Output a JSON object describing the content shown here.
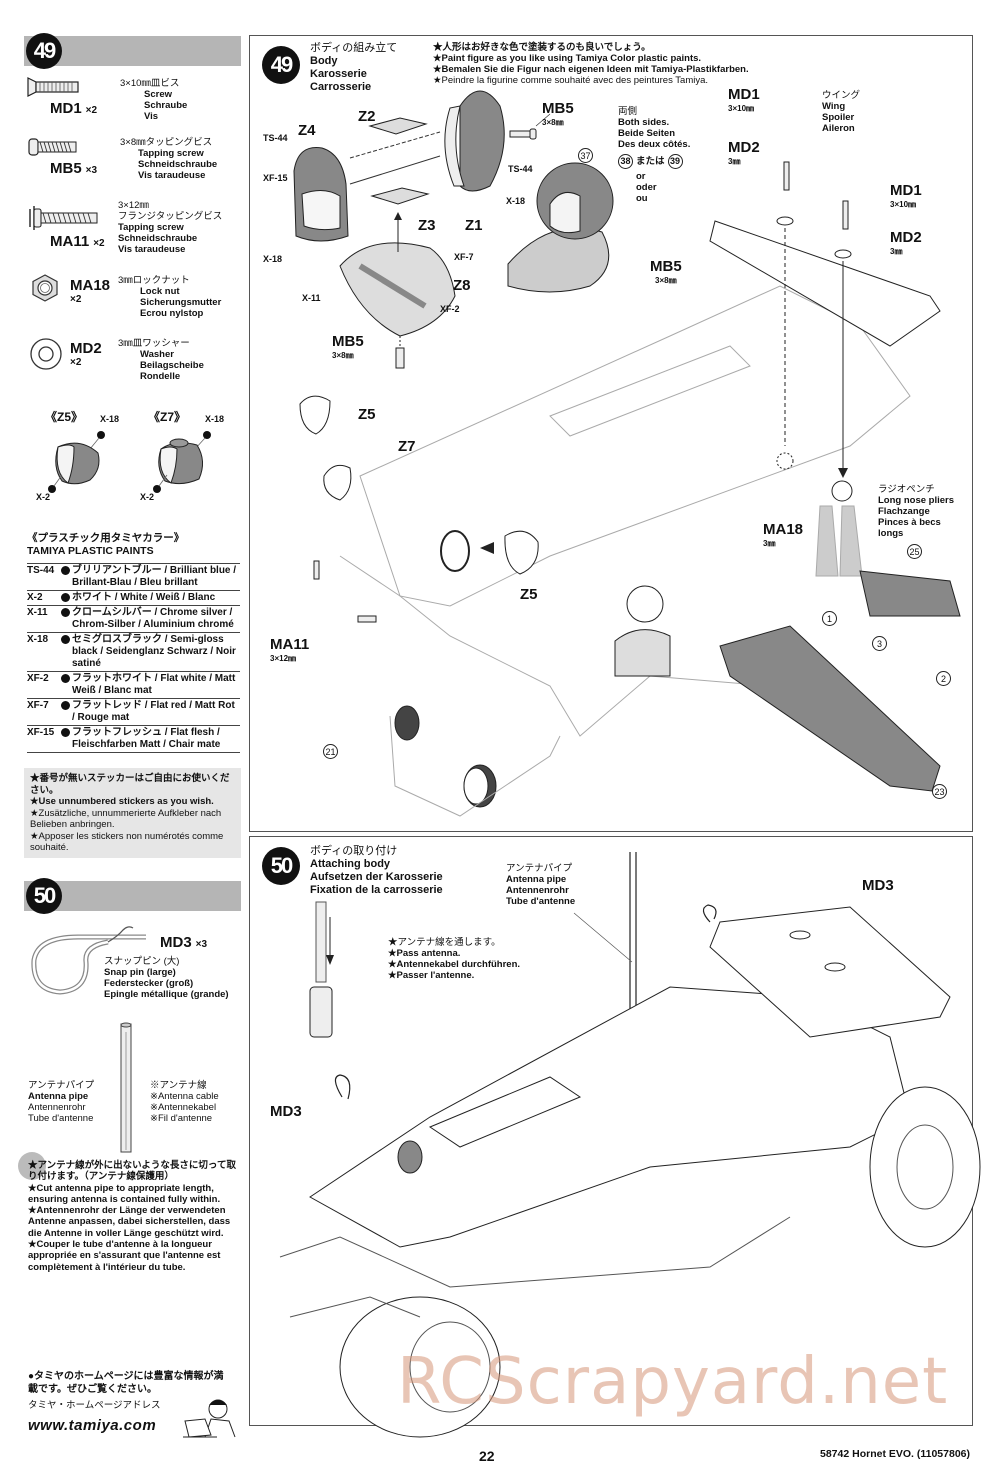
{
  "left_column": {
    "step49": {
      "number": "49",
      "parts": [
        {
          "code": "MD1",
          "qty": "×2",
          "size_jp": "3×10㎜皿ビス",
          "en": "Screw",
          "de": "Schraube",
          "fr": "Vis",
          "icon": "countersunk-screw-icon"
        },
        {
          "code": "MB5",
          "qty": "×3",
          "size_jp": "3×8㎜タッピングビス",
          "en": "Tapping screw",
          "de": "Schneidschraube",
          "fr": "Vis taraudeuse",
          "icon": "tapping-screw-icon"
        },
        {
          "code": "MA11",
          "qty": "×2",
          "size_jp": "3×12㎜",
          "jp2": "フランジタッピングビス",
          "en": "Tapping screw",
          "de": "Schneidschraube",
          "fr": "Vis taraudeuse",
          "icon": "flange-tapping-screw-icon"
        },
        {
          "code": "MA18",
          "qty": "×2",
          "size_jp": "3㎜ロックナット",
          "en": "Lock nut",
          "de": "Sicherungsmutter",
          "fr": "Ecrou nylstop",
          "icon": "lock-nut-icon"
        },
        {
          "code": "MD2",
          "qty": "×2",
          "size_jp": "3㎜皿ワッシャー",
          "en": "Washer",
          "de": "Beilagscheibe",
          "fr": "Rondelle",
          "icon": "washer-icon"
        }
      ],
      "paint_diagrams": [
        {
          "label": "《Z5》",
          "top_paint": "X-18",
          "bottom_paint": "X-2"
        },
        {
          "label": "《Z7》",
          "top_paint": "X-18",
          "bottom_paint": "X-2"
        }
      ],
      "paints_title_jp": "《プラスチック用タミヤカラー》",
      "paints_title_en": "TAMIYA PLASTIC PAINTS",
      "paints": [
        {
          "code": "TS-44",
          "name": "ブリリアントブルー / Brilliant blue / Brillant-Blau / Bleu brillant"
        },
        {
          "code": "X-2",
          "name": "ホワイト / White / Weiß / Blanc"
        },
        {
          "code": "X-11",
          "name": "クロームシルバー / Chrome silver / Chrom-Silber / Aluminium chromé"
        },
        {
          "code": "X-18",
          "name": "セミグロスブラック / Semi-gloss black / Seidenglanz Schwarz / Noir satiné"
        },
        {
          "code": "XF-2",
          "name": "フラットホワイト / Flat white / Matt Weiß / Blanc mat"
        },
        {
          "code": "XF-7",
          "name": "フラットレッド / Flat red / Matt Rot / Rouge mat"
        },
        {
          "code": "XF-15",
          "name": "フラットフレッシュ / Flat flesh / Fleischfarben Matt / Chair mate"
        }
      ],
      "sticker_note": [
        "★番号が無いステッカーはご自由にお使いください。",
        "★Use unnumbered stickers as you wish.",
        "★Zusätzliche, unnummerierte Aufkleber nach Belieben anbringen.",
        "★Apposer les stickers non numérotés comme souhaité."
      ]
    },
    "step50": {
      "number": "50",
      "part": {
        "code": "MD3",
        "qty": "×3",
        "jp": "スナップピン (大)",
        "en": "Snap pin (large)",
        "de": "Federstecker (groß)",
        "fr": "Epingle métallique (grande)",
        "icon": "snap-pin-icon"
      },
      "antenna_pipe": {
        "jp": "アンテナパイプ",
        "en": "Antenna pipe",
        "de": "Antennenrohr",
        "fr": "Tube d'antenne"
      },
      "antenna_cable": {
        "jp": "※アンテナ線",
        "en": "※Antenna cable",
        "de": "※Antennekabel",
        "fr": "※Fil d'antenne"
      },
      "antenna_note": [
        "★アンテナ線が外に出ないような長さに切って取り付けます。（アンテナ線保護用）",
        "★Cut antenna pipe to appropriate length, ensuring antenna is contained fully within.",
        "★Antennenrohr der Länge der verwendeten Antenne anpassen, dabei sicherstellen, dass die Antenne in voller Länge geschützt wird.",
        "★Couper le tube d'antenne à la longueur appropriée en s'assurant que l'antenne est complètement à l'intérieur du tube."
      ]
    },
    "homepage": {
      "jp1": "●タミヤのホームページには豊富な情報が満載です。ぜひご覧ください。",
      "jp2": "タミヤ・ホームページアドレス",
      "url": "www.tamiya.com"
    }
  },
  "panel49": {
    "number": "49",
    "title_jp": "ボディの組み立て",
    "title_en": "Body",
    "title_de": "Karosserie",
    "title_fr": "Carrosserie",
    "notes": [
      "★人形はお好きな色で塗装するのも良いでしょう。",
      "★Paint figure as you like using Tamiya Color plastic paints.",
      "★Bemalen Sie die Figur nach eigenen Ideen mit Tamiya-Plastikfarben.",
      "★Peindre la figurine comme souhaité avec des peintures Tamiya."
    ],
    "labels": {
      "z2": "Z2",
      "z4": "Z4",
      "z3": "Z3",
      "z1": "Z1",
      "z8": "Z8",
      "z5a": "Z5",
      "z7": "Z7",
      "z5b": "Z5",
      "ts44a": "TS-44",
      "xf15": "XF-15",
      "x18a": "X-18",
      "ts44b": "TS-44",
      "x18b": "X-18",
      "xf7": "XF-7",
      "x11": "X-11",
      "xf2": "XF-2",
      "mb5_top": "MB5",
      "mb5_top_size": "3×8㎜",
      "mb5_bottom": "MB5",
      "mb5_bottom_size": "3×8㎜",
      "mb5_mid": "MB5",
      "mb5_mid_size": "3×8㎜",
      "md1a": "MD1",
      "md1a_size": "3×10㎜",
      "md2a": "MD2",
      "md2a_size": "3㎜",
      "md1b": "MD1",
      "md1b_size": "3×10㎜",
      "md2b": "MD2",
      "md2b_size": "3㎜",
      "ma18": "MA18",
      "ma18_size": "3㎜",
      "ma11": "MA11",
      "ma11_size": "3×12㎜"
    },
    "both_sides": {
      "jp": "両側",
      "en": "Both sides.",
      "de": "Beide Seiten",
      "fr": "Des deux côtés."
    },
    "sticker_alt": {
      "a": "38",
      "or_jp": "または",
      "b": "39",
      "en": "or",
      "de": "oder",
      "fr": "ou"
    },
    "wing": {
      "jp": "ウイング",
      "en": "Wing",
      "de": "Spoiler",
      "fr": "Aileron"
    },
    "pliers": {
      "jp": "ラジオペンチ",
      "en": "Long nose pliers",
      "de": "Flachzange",
      "fr": "Pinces à becs longs"
    },
    "callouts": [
      "37",
      "25",
      "1",
      "3",
      "2",
      "23",
      "21"
    ]
  },
  "panel50": {
    "number": "50",
    "title_jp": "ボディの取り付け",
    "title_en": "Attaching body",
    "title_de": "Aufsetzen der Karosserie",
    "title_fr": "Fixation de la carrosserie",
    "antenna_pipe": {
      "jp": "アンテナパイプ",
      "en": "Antenna pipe",
      "de": "Antennenrohr",
      "fr": "Tube d'antenne"
    },
    "pass_antenna": [
      "★アンテナ線を通します。",
      "★Pass antenna.",
      "★Antennekabel durchführen.",
      "★Passer l'antenne."
    ],
    "md3_left": "MD3",
    "md3_right": "MD3"
  },
  "footer": {
    "page_number": "22",
    "product": "58742  Hornet EVO. (11057806)",
    "watermark": "RCScrapyard.net"
  }
}
